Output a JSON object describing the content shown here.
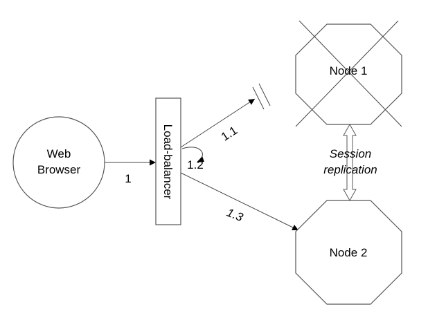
{
  "diagram": {
    "browser": {
      "line1": "Web",
      "line2": "Browser"
    },
    "load_balancer": {
      "label": "Load-balancer"
    },
    "node1": {
      "label": "Node 1",
      "status": "failed"
    },
    "node2": {
      "label": "Node 2"
    },
    "replication": {
      "line1": "Session",
      "line2": "replication"
    },
    "steps": {
      "s1": "1",
      "s1_1": "1.1",
      "s1_2": "1.2",
      "s1_3": "1.3"
    }
  }
}
